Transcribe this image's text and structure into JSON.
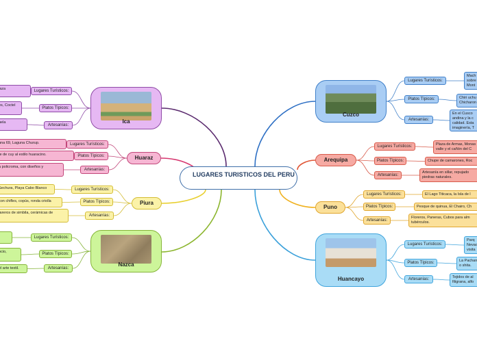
{
  "title": "LUGARES TURISTICOS DEL PERU",
  "colors": {
    "ica": "#e6b8f3",
    "huaraz": "#f6b6d3",
    "piura": "#fbf2a8",
    "nazca": "#cdf59a",
    "cuzco": "#a9cdf4",
    "arequipa": "#f6aaa3",
    "puno": "#fbe09a",
    "huancayo": "#a9dcf6"
  },
  "nodes": {
    "ica": {
      "name": "Ica",
      "cat1": "Lugares Turísticos:",
      "leaf1": "laza",
      "cat2": "Platos Típicos:",
      "leaf2": "es, Coctel",
      "cat3": "Artesanías:",
      "leaf3": "uela"
    },
    "huaraz": {
      "name": "Huaraz",
      "cat1": "Lugares Turísticos:",
      "leaf1": "una 69, Laguna Churup.",
      "cat2": "Platos Típicos:",
      "leaf2": "te de cuy al estilo huaracino.",
      "cat3": "Artesanías:",
      "leaf3": "a policroma, con diseños y"
    },
    "piura": {
      "name": "Piura",
      "cat1": "Lugares Turísticos:",
      "leaf1": "Sechura, Playa Cabo Blanco",
      "cat2": "Platos Típicos:",
      "leaf2": "con chifles, copús, ronda criolla",
      "cat3": "Artesanías:",
      "leaf3": "fareros de simbila, cerámicas de"
    },
    "nazca": {
      "name": "Nazca",
      "cat1": "Lugares Turísticos:",
      "leaf1": "",
      "cat2": "Platos Típicos:",
      "leaf2": "ocio,",
      "cat3": "Artesanías:",
      "leaf3": "el arte textil."
    },
    "cuzco": {
      "name": "Cuzco",
      "cat1": "Lugares Turísticos:",
      "leaf1": "Mach sobre Mont",
      "cat2": "Platos Típicos:",
      "leaf2": "Chiri uchu Chicharon",
      "cat3": "Artesanías:",
      "leaf3": "En el Cusco andina y la c calidad. Esta imaginería, T"
    },
    "arequipa": {
      "name": "Arequipa",
      "cat1": "Lugares Turísticos:",
      "leaf1": "Plaza de Armas, Monas valle y el cañón del C",
      "cat2": "Platos Típicos:",
      "leaf2": "Chupe de camarones, Roc",
      "cat3": "Artesanías:",
      "leaf3": "Artesanía en sillar, repujado piedras naturales."
    },
    "puno": {
      "name": "Puno",
      "cat1": "Lugares Turísticos:",
      "leaf1": "El Lago Titicaca, la Isla de l",
      "cat2": "Platos Típicos:",
      "leaf2": "Pesque de quinua, El Chairo, Ch",
      "cat3": "Artesanías:",
      "leaf3": "Floreros, Paneras, Cubos para alm tubérculos."
    },
    "huancayo": {
      "name": "Huancayo",
      "cat1": "Lugares Turísticos:",
      "leaf1": "Parq Nevad visita",
      "cat2": "Platos Típicos:",
      "leaf2": "La Pachan o shita.",
      "cat3": "Artesanías:",
      "leaf3": "Tejidos de al filigrana, alfo"
    }
  }
}
